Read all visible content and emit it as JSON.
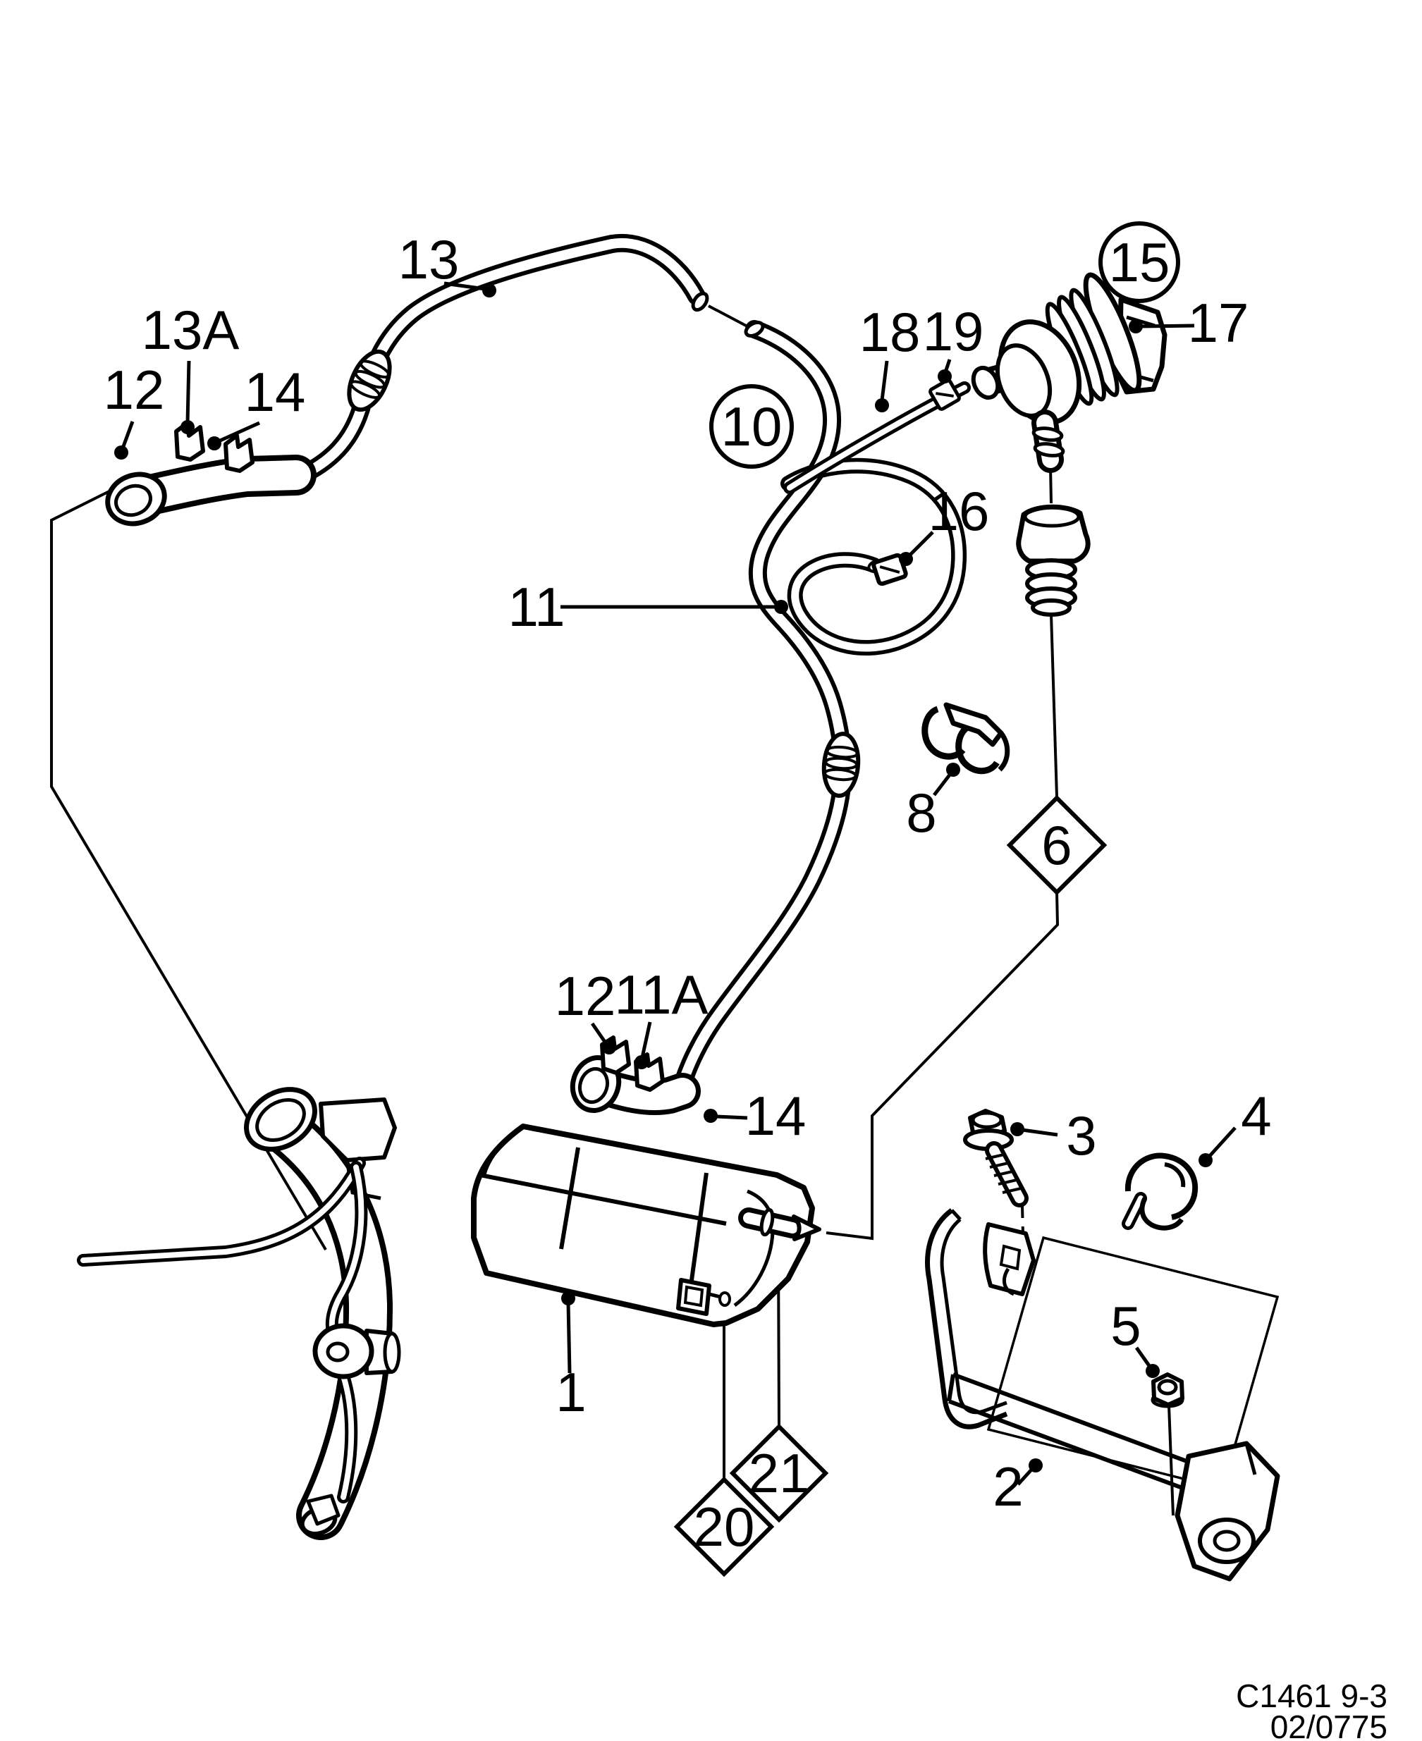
{
  "diagram_title": "evaporative-canister-parts-diagram",
  "colors": {
    "ink": "#000000",
    "paper": "#ffffff"
  },
  "labels": {
    "p1": "1",
    "p2": "2",
    "p3": "3",
    "p4": "4",
    "p5": "5",
    "p6": "6",
    "p8": "8",
    "p10": "10",
    "p11": "11",
    "p11a": "11A",
    "p12": "12",
    "p12b": "12",
    "p13": "13",
    "p13a": "13A",
    "p14": "14",
    "p14b": "14",
    "p15": "15",
    "p16": "16",
    "p17": "17",
    "p18": "18",
    "p19": "19",
    "p20": "20",
    "p21": "21"
  },
  "callouts": {
    "circled": [
      "10",
      "15"
    ],
    "diamond": [
      "6",
      "20",
      "21"
    ],
    "plain": [
      "1",
      "2",
      "3",
      "4",
      "5",
      "8",
      "11",
      "11A",
      "12",
      "13",
      "13A",
      "14",
      "16",
      "17",
      "18",
      "19"
    ]
  },
  "footer": {
    "code": "C1461 9-3",
    "issue": "02/0775"
  }
}
